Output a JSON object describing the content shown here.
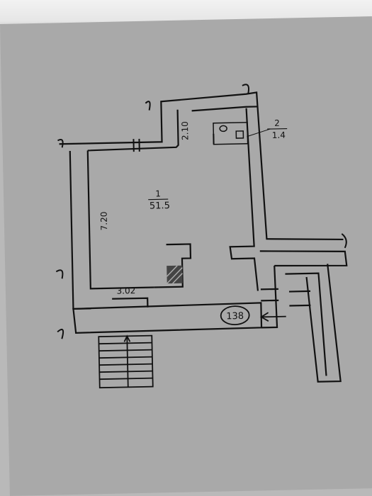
{
  "rooms": [
    {
      "number": "1",
      "area": "51.5"
    },
    {
      "number": "2",
      "area": "1.4"
    }
  ],
  "dimensions": {
    "room_height": "7.20",
    "room_width": "3.02",
    "corridor_width": "2.10"
  },
  "unit_tag": "138",
  "colors": {
    "background": "#a9a9a9",
    "ink": "#111111",
    "paper": "#efefef"
  },
  "icons": [
    "entrance-arrow-icon",
    "staircase-icon",
    "toilet-icon",
    "sink-icon"
  ]
}
